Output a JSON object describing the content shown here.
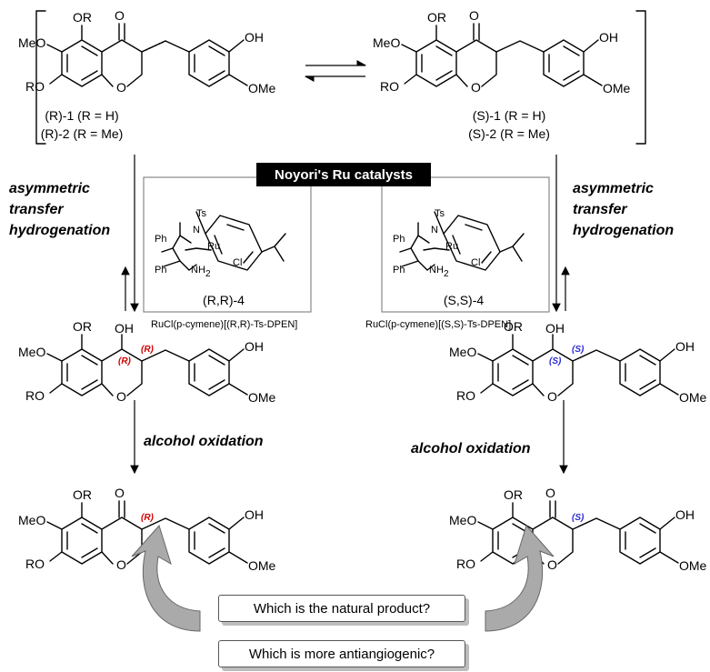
{
  "substituents": {
    "or": "OR",
    "ro": "RO",
    "meo": "MeO",
    "ome": "OMe",
    "oh": "OH",
    "o": "O",
    "ring_o": "O"
  },
  "top": {
    "left_labels": [
      "(R)-1 (R = H)",
      "(R)-2 (R = Me)"
    ],
    "right_labels": [
      "(S)-1 (R = H)",
      "(S)-2 (R = Me)"
    ]
  },
  "side_text": {
    "left": [
      "asymmetric",
      "transfer",
      "hydrogenation"
    ],
    "right": [
      "asymmetric",
      "transfer",
      "hydrogenation"
    ]
  },
  "catalyst": {
    "title": "Noyori's Ru catalysts",
    "atoms": {
      "ts": "Ts",
      "n": "N",
      "nh2": "NH",
      "h2sub": "2",
      "ru": "Ru",
      "cl": "Cl",
      "ph": "Ph"
    },
    "left_label": "(R,R)-4",
    "right_label": "(S,S)-4",
    "left_formula": "RuCl(p-cymene)[(R,R)-Ts-DPEN]",
    "right_formula": "RuCl(p-cymene)[(S,S)-Ts-DPEN]"
  },
  "stereo": {
    "r": "(R)",
    "s": "(S)"
  },
  "step": {
    "oxidation": "alcohol oxidation"
  },
  "questions": [
    "Which is the natural product?",
    "Which is more antiangiogenic?"
  ],
  "colors": {
    "red": "#d10000",
    "blue": "#2a2ad6",
    "gray_arrow": "#999999"
  }
}
